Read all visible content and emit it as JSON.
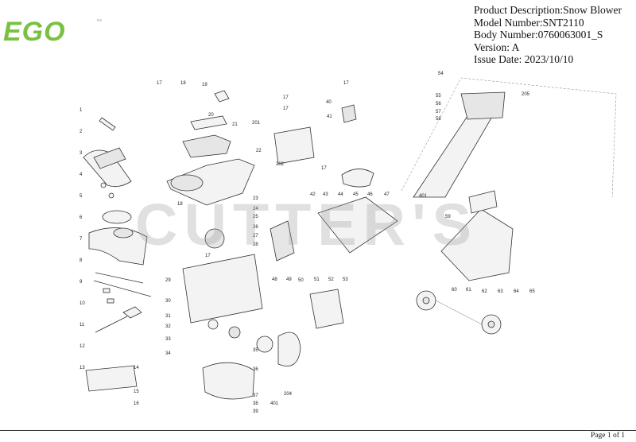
{
  "brand": {
    "logo_text": "EGO",
    "logo_mark": "™",
    "logo_color": "#7ac143"
  },
  "info": {
    "description": "Product Description:Snow Blower",
    "model": "Model Number:SNT2110",
    "body": "Body Number:0760063001_S",
    "version": "Version: A",
    "issue_date": "Issue Date: 2023/10/10"
  },
  "watermark": "CUTTER'S",
  "footer": {
    "page": "Page 1 of 1"
  },
  "callouts": {
    "left": [
      "1",
      "2",
      "3",
      "4",
      "5",
      "6",
      "7",
      "8",
      "9",
      "10",
      "11",
      "12",
      "13"
    ],
    "top": [
      "17",
      "18",
      "19",
      "20",
      "21",
      "201",
      "22",
      "202",
      "17",
      "17",
      "40",
      "41",
      "17",
      "17"
    ],
    "middle": [
      "23",
      "24",
      "25",
      "26",
      "27",
      "28",
      "29",
      "30",
      "31",
      "32",
      "33",
      "34",
      "35",
      "36",
      "37",
      "38",
      "39",
      "14",
      "15",
      "16",
      "204",
      "401",
      "17",
      "18"
    ],
    "right": [
      "42",
      "43",
      "44",
      "45",
      "46",
      "47",
      "48",
      "49",
      "50",
      "51",
      "52",
      "53",
      "54",
      "55",
      "56",
      "57",
      "58",
      "59",
      "60",
      "61",
      "62",
      "63",
      "64",
      "65",
      "205",
      "401"
    ]
  }
}
